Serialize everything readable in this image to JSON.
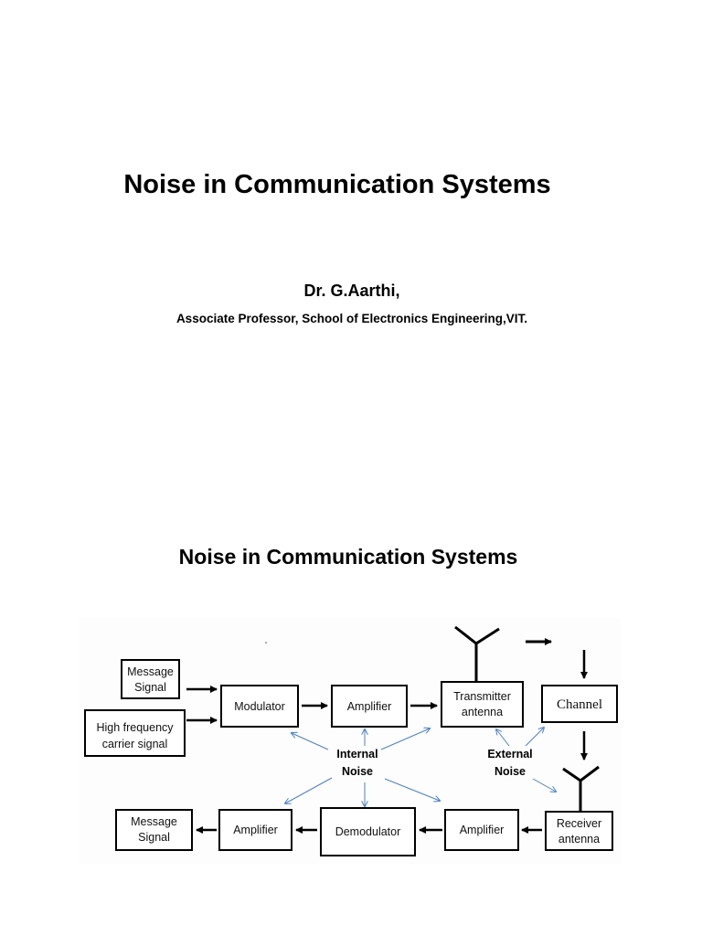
{
  "slide1": {
    "title": "Noise in Communication Systems",
    "author": "Dr. G.Aarthi,",
    "affiliation": "Associate Professor, School of Electronics Engineering,VIT."
  },
  "slide2": {
    "title": "Noise in Communication Systems",
    "diagram": {
      "message_signal_in": [
        "Message",
        "Signal"
      ],
      "carrier": [
        "High frequency",
        "carrier signal"
      ],
      "modulator": "Modulator",
      "amplifier_tx": "Amplifier",
      "transmitter_antenna": [
        "Transmitter",
        "antenna"
      ],
      "channel": "Channel",
      "internal_noise": [
        "Internal",
        "Noise"
      ],
      "external_noise": [
        "External",
        "Noise"
      ],
      "receiver_antenna": [
        "Receiver",
        "antenna"
      ],
      "amplifier_rx": "Amplifier",
      "demodulator": "Demodulator",
      "amplifier_out": "Amplifier",
      "message_signal_out": [
        "Message",
        "Signal"
      ]
    }
  }
}
